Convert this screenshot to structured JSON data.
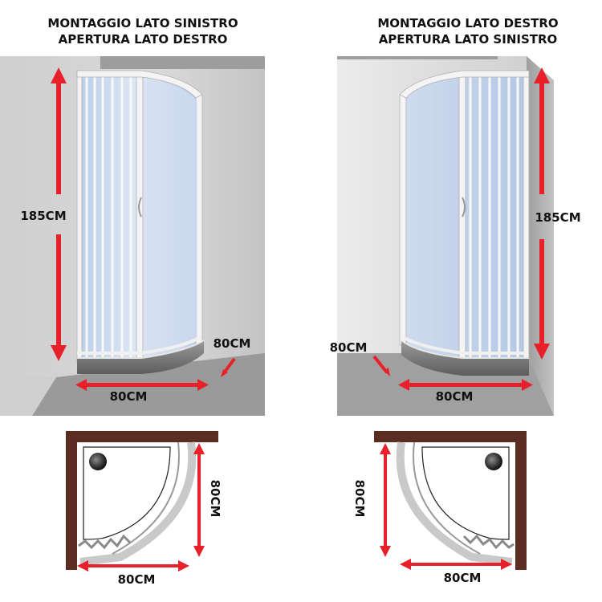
{
  "left_panel": {
    "title_line1": "MONTAGGIO LATO SINISTRO",
    "title_line2": "APERTURA LATO DESTRO",
    "height_label": "185CM",
    "depth_label": "80CM",
    "width_label": "80CM",
    "plan_side_label": "80CM",
    "plan_bottom_label": "80CM"
  },
  "right_panel": {
    "title_line1": "MONTAGGIO LATO DESTRO",
    "title_line2": "APERTURA LATO SINISTRO",
    "height_label": "185CM",
    "depth_label": "80CM",
    "width_label": "80CM",
    "plan_side_label": "80CM",
    "plan_bottom_label": "80CM"
  },
  "colors": {
    "arrow": "#e8202a",
    "wall_frame": "#5a2c22",
    "wall_gray": "#bdbdbd",
    "glass_blue": "#c8d8ee",
    "profile_white": "#f4f4f4"
  }
}
